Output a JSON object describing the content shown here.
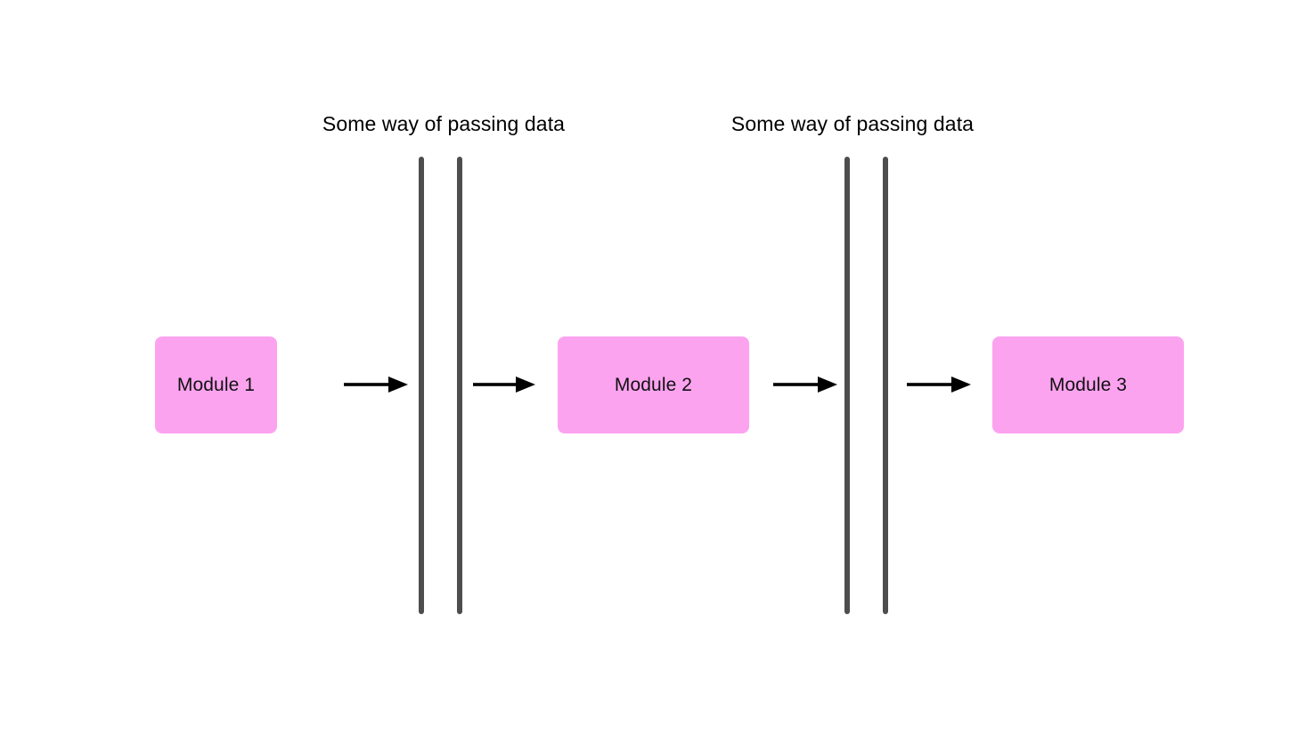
{
  "diagram": {
    "title_present": false,
    "background_color": "#ffffff",
    "modules": [
      {
        "id": "module-1",
        "label": "Module 1"
      },
      {
        "id": "module-2",
        "label": "Module 2"
      },
      {
        "id": "module-3",
        "label": "Module 3"
      }
    ],
    "channels": [
      {
        "id": "channel-1",
        "label": "Some way of passing data"
      },
      {
        "id": "channel-2",
        "label": "Some way of passing data"
      }
    ],
    "arrows": [
      {
        "id": "arrow-1",
        "from": "module-1",
        "to": "channel-1"
      },
      {
        "id": "arrow-2",
        "from": "channel-1",
        "to": "module-2"
      },
      {
        "id": "arrow-3",
        "from": "module-2",
        "to": "channel-2"
      },
      {
        "id": "arrow-4",
        "from": "channel-2",
        "to": "module-3"
      }
    ],
    "boundary_bars": [
      {
        "id": "bar-a1",
        "channel": "channel-1"
      },
      {
        "id": "bar-a2",
        "channel": "channel-1"
      },
      {
        "id": "bar-b1",
        "channel": "channel-2"
      },
      {
        "id": "bar-b2",
        "channel": "channel-2"
      }
    ],
    "colors": {
      "module_fill": "#fca3f0",
      "module_text": "#111111",
      "bar": "#4d4d4d",
      "arrow": "#000000",
      "label_text": "#000000"
    }
  }
}
